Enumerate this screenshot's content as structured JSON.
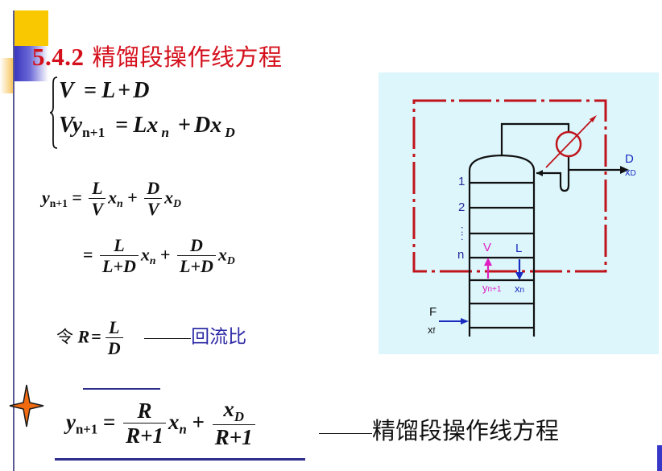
{
  "slide": {
    "section_number": "5.4.2",
    "title": "精馏段操作线方程",
    "colors": {
      "title": "#d4101c",
      "reflux_label": "#2d2aa6",
      "diagram_bg": "#dcf6fc",
      "control_boundary": "#c0141c",
      "vapor": "#e020c0",
      "liquid": "#1a2cc0",
      "decor_yellow": "#f9c800",
      "decor_blue": "#3a36c0",
      "star": "#f06a10"
    }
  },
  "equations": {
    "balance_total": {
      "lhs": "V",
      "eq": "=",
      "rhs_a": "L",
      "plus": "+",
      "rhs_b": "D"
    },
    "balance_component": {
      "lhs": "Vy",
      "lhs_sub": "n+1",
      "eq": "=",
      "t1": "Lx",
      "t1_sub": "n",
      "plus": "+",
      "t2": "Dx",
      "t2_sub": "D"
    },
    "derived_1": {
      "lhs": "y",
      "lhs_sub": "n+1",
      "eq": "=",
      "f1_num": "L",
      "f1_den": "V",
      "x1": "x",
      "x1_sub": "n",
      "plus": "+",
      "f2_num": "D",
      "f2_den": "V",
      "x2": "x",
      "x2_sub": "D"
    },
    "derived_2": {
      "eq": "=",
      "f1_num": "L",
      "f1_den": "L+D",
      "x1": "x",
      "x1_sub": "n",
      "plus": "+",
      "f2_num": "D",
      "f2_den": "L+D",
      "x2": "x",
      "x2_sub": "D"
    },
    "reflux_def": {
      "prefix": "令",
      "lhs": "R",
      "eq": "=",
      "num": "L",
      "den": "D",
      "label": "回流比"
    },
    "final": {
      "lhs": "y",
      "lhs_sub": "n+1",
      "eq": "=",
      "f1_num": "R",
      "f1_den": "R+1",
      "x1": "x",
      "x1_sub": "n",
      "plus": "+",
      "f2_num": "x",
      "f2_num_sub": "D",
      "f2_den": "R+1",
      "label": "精馏段操作线方程"
    }
  },
  "diagram": {
    "tray_labels": [
      "1",
      "2",
      ":",
      "n"
    ],
    "distillate": {
      "name": "D",
      "comp": "x",
      "comp_sub": "D"
    },
    "vapor": {
      "name": "V",
      "comp": "y",
      "comp_sub": "n+1"
    },
    "liquid": {
      "name": "L",
      "comp": "x",
      "comp_sub": "n"
    },
    "feed": {
      "name": "F",
      "comp": "x",
      "comp_sub": "f"
    }
  }
}
